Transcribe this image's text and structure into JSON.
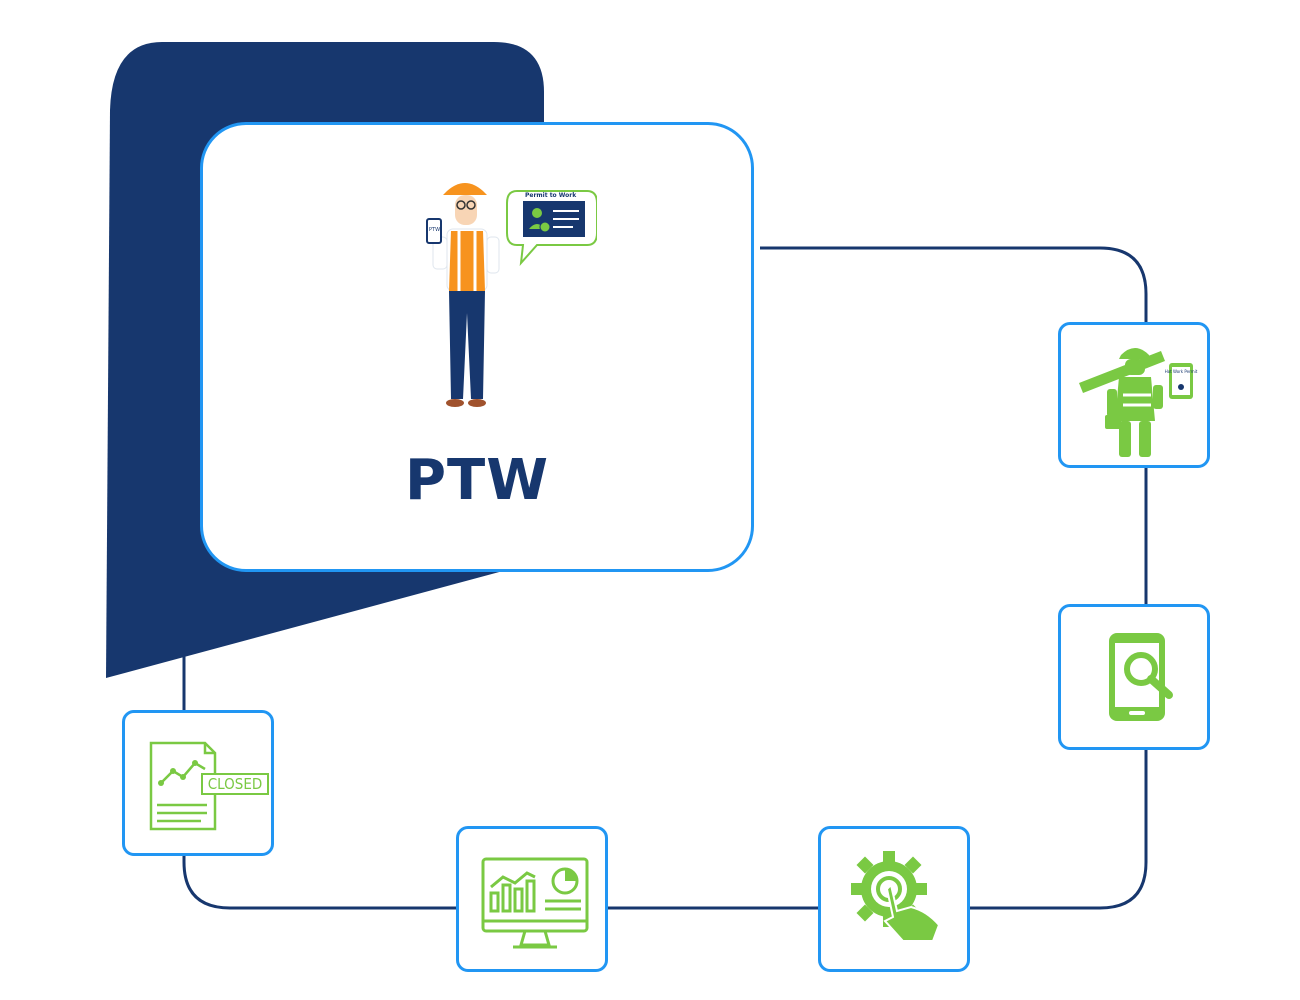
{
  "diagram": {
    "title": "PTW",
    "bubble_text": "Permit to Work",
    "phone_label": "PTW",
    "steps": [
      {
        "name": "worker-with-permit",
        "text": "Hot Work Permit"
      },
      {
        "name": "mobile-search",
        "text": ""
      },
      {
        "name": "automation-gear",
        "text": ""
      },
      {
        "name": "dashboard-analytics",
        "text": ""
      },
      {
        "name": "closed-report",
        "text": "CLOSED"
      }
    ]
  },
  "colors": {
    "navy": "#17376e",
    "border_blue": "#2196f3",
    "green": "#7ac943",
    "orange": "#f7931e"
  }
}
